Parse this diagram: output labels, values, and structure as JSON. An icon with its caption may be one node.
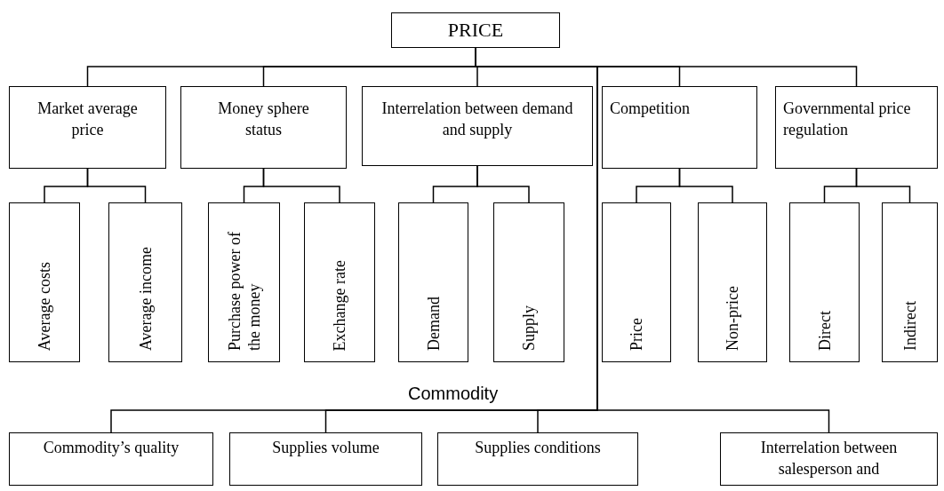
{
  "diagram": {
    "nodes": [
      {
        "text": [
          "PRICE"
        ]
      },
      {
        "text": [
          "Market average price"
        ]
      },
      {
        "text": [
          "Money sphere status"
        ]
      },
      {
        "text": [
          "Interrelation between demand and supply"
        ]
      },
      {
        "text": [
          "Competition"
        ]
      },
      {
        "text": [
          "Governmental price regulation"
        ]
      },
      {
        "text": [
          "Average costs"
        ]
      },
      {
        "text": [
          "Average income"
        ]
      },
      {
        "text": [
          "Purchase power of the money"
        ]
      },
      {
        "text": [
          "Exchange rate"
        ]
      },
      {
        "text": [
          "Demand"
        ]
      },
      {
        "text": [
          "Supply"
        ]
      },
      {
        "text": [
          "Price"
        ]
      },
      {
        "text": [
          "Non-price"
        ]
      },
      {
        "text": [
          "Direct"
        ]
      },
      {
        "text": [
          "Indirect"
        ]
      },
      {
        "text": [
          "Commodity’s quality"
        ]
      },
      {
        "text": [
          "Supplies volume"
        ]
      },
      {
        "text": [
          "Supplies conditions"
        ]
      },
      {
        "text": [
          "Interrelation between salesperson and"
        ]
      }
    ],
    "edges": [
      {
        "from": 0,
        "to": 1,
        "arrow": "none"
      },
      {
        "from": 0,
        "to": 2,
        "arrow": "none"
      },
      {
        "from": 0,
        "to": 3,
        "arrow": "none"
      },
      {
        "from": 0,
        "to": 4,
        "arrow": "none"
      },
      {
        "from": 0,
        "to": 5,
        "arrow": "none"
      },
      {
        "from": 1,
        "to": 6,
        "arrow": "none"
      },
      {
        "from": 1,
        "to": 7,
        "arrow": "none"
      },
      {
        "from": 2,
        "to": 8,
        "arrow": "none"
      },
      {
        "from": 2,
        "to": 9,
        "arrow": "none"
      },
      {
        "from": 3,
        "to": 10,
        "arrow": "none"
      },
      {
        "from": 3,
        "to": 11,
        "arrow": "none"
      },
      {
        "from": 4,
        "to": 12,
        "arrow": "none"
      },
      {
        "from": 4,
        "to": 13,
        "arrow": "none"
      },
      {
        "from": 5,
        "to": 14,
        "arrow": "none"
      },
      {
        "from": 5,
        "to": 15,
        "arrow": "none"
      },
      {
        "from": 0,
        "to": 16,
        "arrow": "none"
      },
      {
        "from": 0,
        "to": 17,
        "arrow": "none"
      },
      {
        "from": 0,
        "to": 18,
        "arrow": "none"
      },
      {
        "from": 0,
        "to": 19,
        "arrow": "none"
      }
    ],
    "labels": [
      "Commodity"
    ]
  }
}
